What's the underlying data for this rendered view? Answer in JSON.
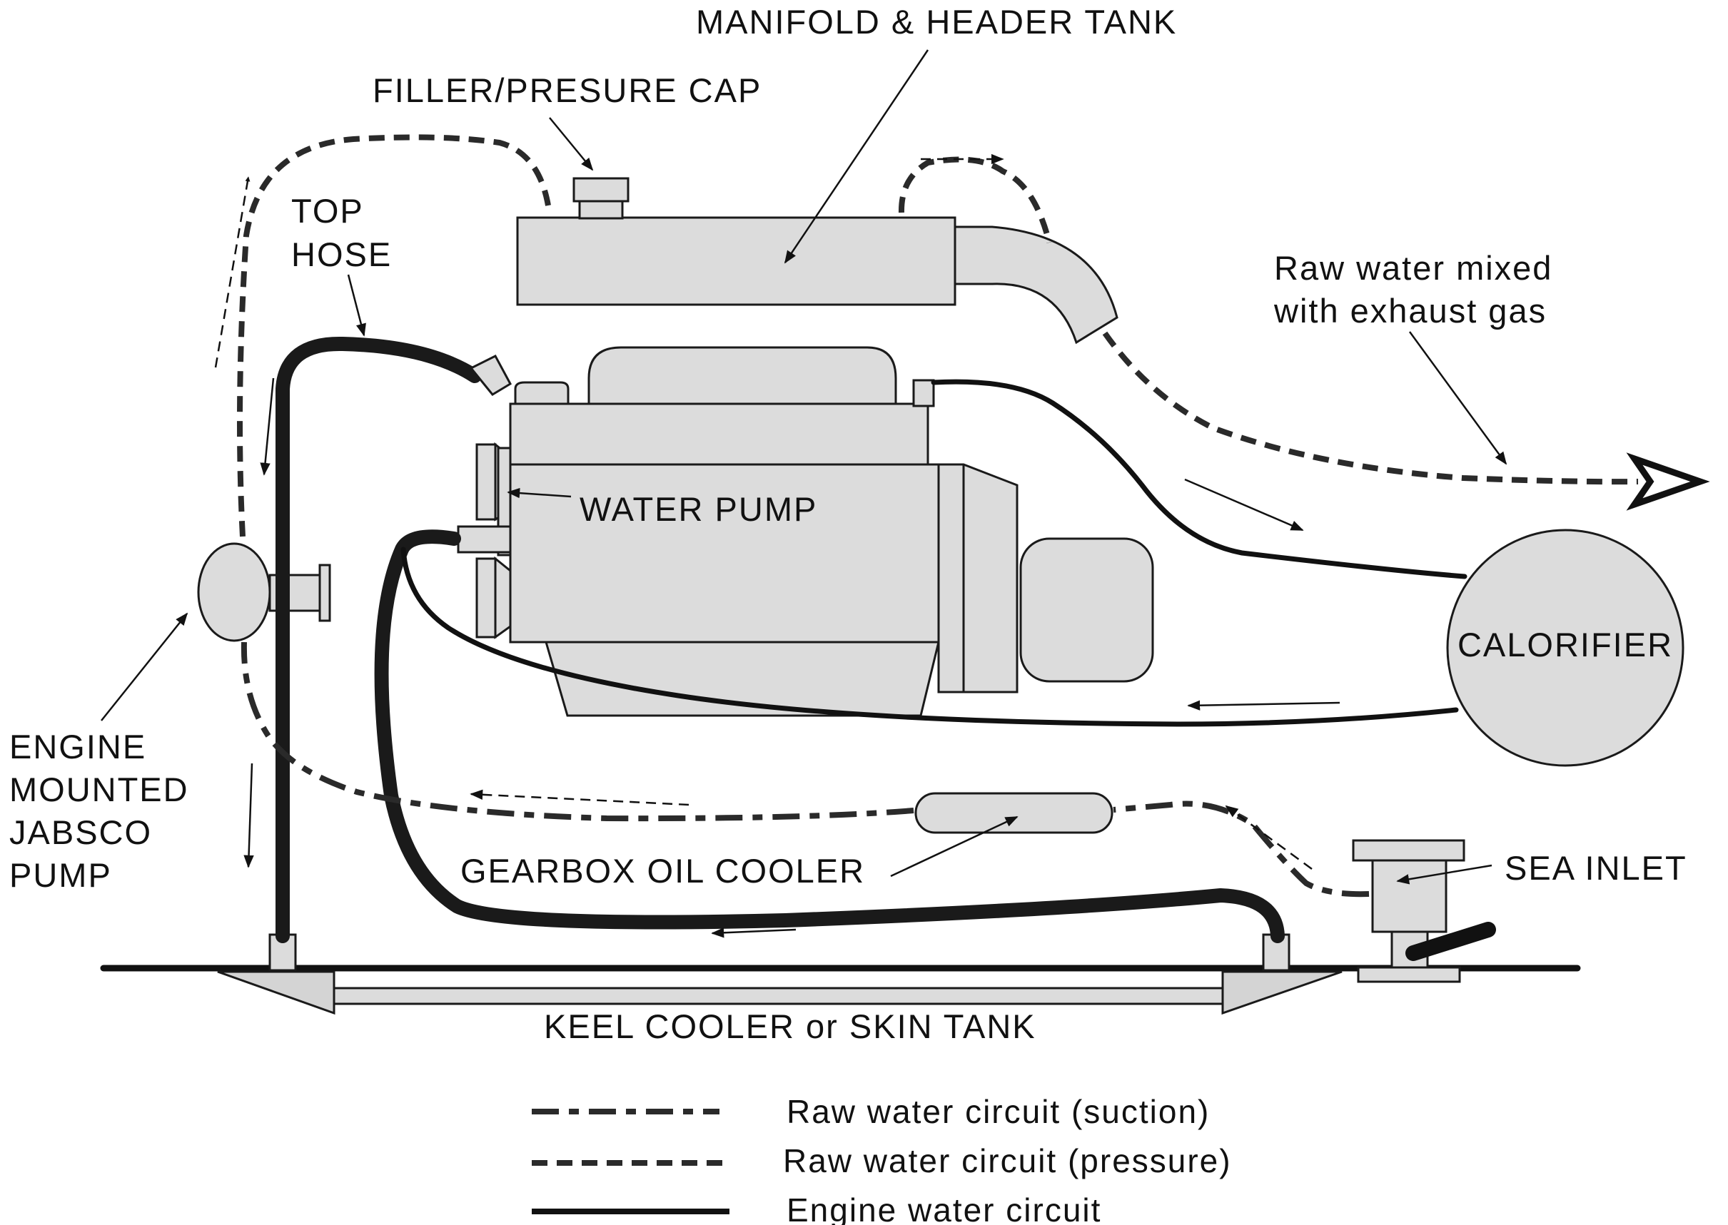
{
  "labels": {
    "manifold": "MANIFOLD & HEADER TANK",
    "filler_cap": "FILLER/PRESURE CAP",
    "top_hose_line1": "TOP",
    "top_hose_line2": "HOSE",
    "raw_water_line1": "Raw water mixed",
    "raw_water_line2": "with exhaust gas",
    "water_pump": "WATER PUMP",
    "calorifier": "CALORIFIER",
    "jabsco_line1": "ENGINE",
    "jabsco_line2": "MOUNTED",
    "jabsco_line3": "JABSCO",
    "jabsco_line4": "PUMP",
    "gearbox_oil_cooler": "GEARBOX OIL COOLER",
    "sea_inlet": "SEA INLET",
    "keel_cooler": "KEEL COOLER or SKIN TANK"
  },
  "legend": [
    {
      "style": "suction",
      "label": "Raw water circuit (suction)"
    },
    {
      "style": "pressure",
      "label": "Raw water circuit (pressure)"
    },
    {
      "style": "engine",
      "label": "Engine water circuit"
    }
  ],
  "colors": {
    "line": "#1a1a1a",
    "component_fill": "#dcdcdc",
    "background": "#ffffff"
  }
}
